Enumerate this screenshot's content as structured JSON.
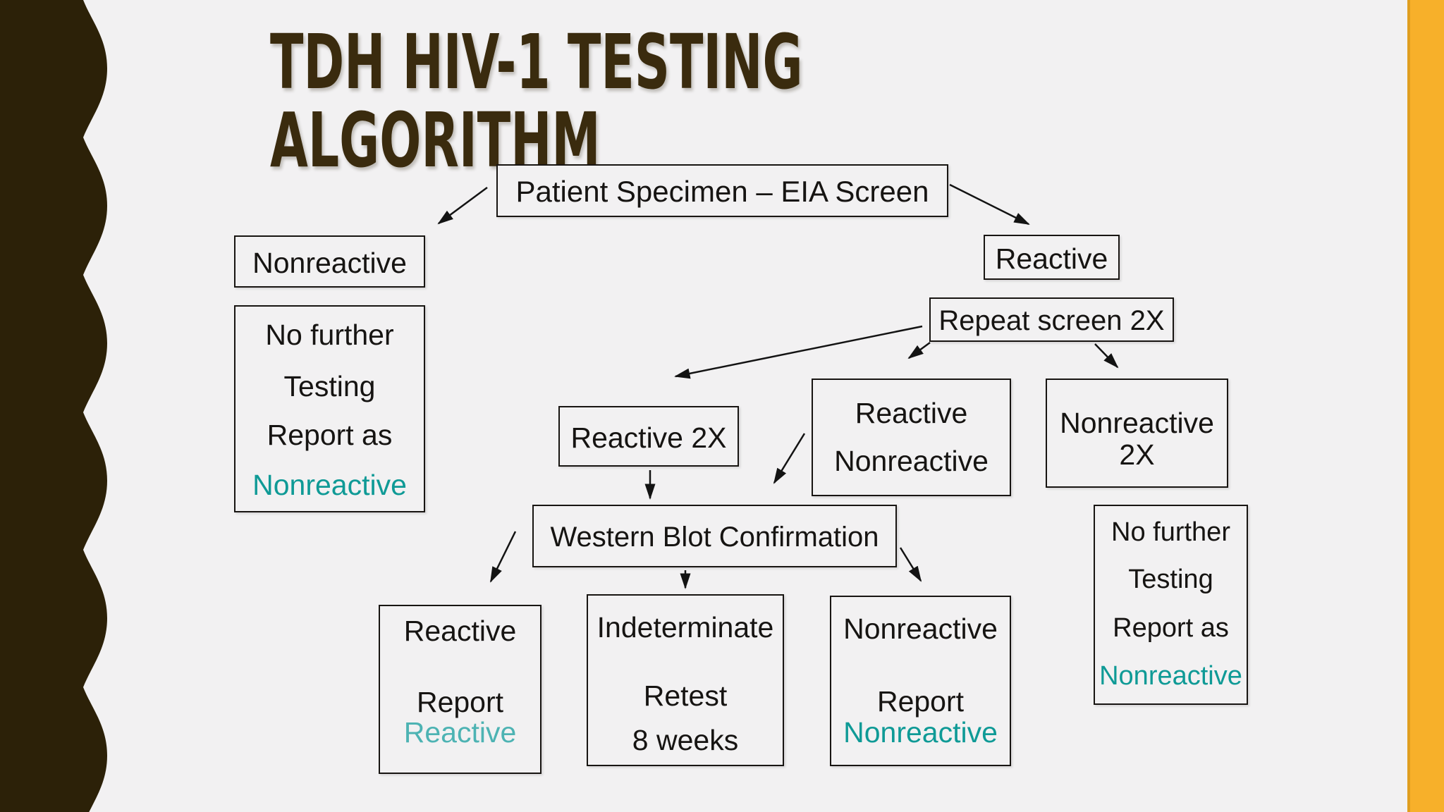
{
  "slide": {
    "title": {
      "line1": "TDH HIV-1 TESTING",
      "line2": "ALGORITHM"
    },
    "colors": {
      "background": "#f2f1f2",
      "band_brown": "#2c2108",
      "band_yellow": "#f7b02a",
      "title_brown": "#3a2b0e",
      "accent_teal": "#0f9a96",
      "accent_teal_light": "#4db3b3"
    }
  },
  "flowchart": {
    "nodes": {
      "patient_specimen": {
        "label": "Patient Specimen – EIA Screen"
      },
      "nonreactive_left": {
        "label": "Nonreactive"
      },
      "no_further_left": {
        "line1": "No further",
        "line2": "Testing",
        "line3": "Report as",
        "line4": "Nonreactive"
      },
      "reactive": {
        "label": "Reactive"
      },
      "repeat_screen": {
        "label": "Repeat screen 2X"
      },
      "reactive_2x": {
        "label": "Reactive 2X"
      },
      "reactive_nonreactive": {
        "line1": "Reactive",
        "line2": "Nonreactive"
      },
      "nonreactive_2x": {
        "line1": "Nonreactive",
        "line2": "2X"
      },
      "western_blot": {
        "label": "Western Blot Confirmation"
      },
      "reactive_report": {
        "line1": "Reactive",
        "line2": "Report",
        "line3": "Reactive"
      },
      "indeterminate": {
        "line1": "Indeterminate",
        "line2": "Retest",
        "line3": "8 weeks"
      },
      "nonreactive_report": {
        "line1": "Nonreactive",
        "line2": "Report",
        "line3": "Nonreactive"
      },
      "no_further_right": {
        "line1": "No further",
        "line2": "Testing",
        "line3": "Report as",
        "line4": "Nonreactive"
      }
    }
  }
}
